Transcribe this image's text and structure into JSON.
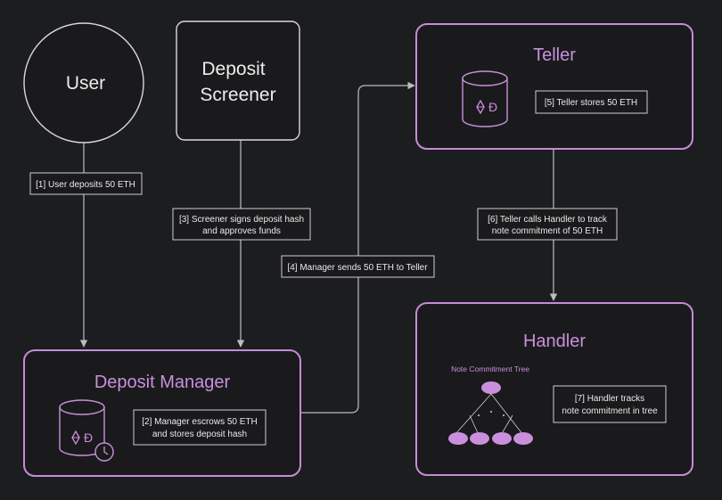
{
  "nodes": {
    "user": "User",
    "screener": [
      "Deposit",
      "Screener"
    ],
    "teller": "Teller",
    "handler": "Handler",
    "deposit_manager": "Deposit Manager"
  },
  "steps": {
    "s1": [
      "[1] User deposits 50 ETH"
    ],
    "s2": [
      "[2] Manager escrows 50 ETH",
      "and stores deposit hash"
    ],
    "s3": [
      "[3] Screener signs deposit hash",
      "and approves funds"
    ],
    "s4": [
      "[4] Manager sends 50 ETH to Teller"
    ],
    "s5": [
      "[5] Teller stores 50 ETH"
    ],
    "s6": [
      "[6] Teller calls Handler to track",
      "note commitment of 50 ETH"
    ],
    "s7": [
      "[7] Handler tracks",
      "note commitment in tree"
    ]
  },
  "tree_title": "Note Commitment Tree",
  "colors": {
    "background": "#1c1d1f",
    "accent": "#c98fdc",
    "line": "#bdbdbd"
  },
  "icons": [
    "database-icon",
    "ethereum-icon",
    "clock-icon"
  ]
}
